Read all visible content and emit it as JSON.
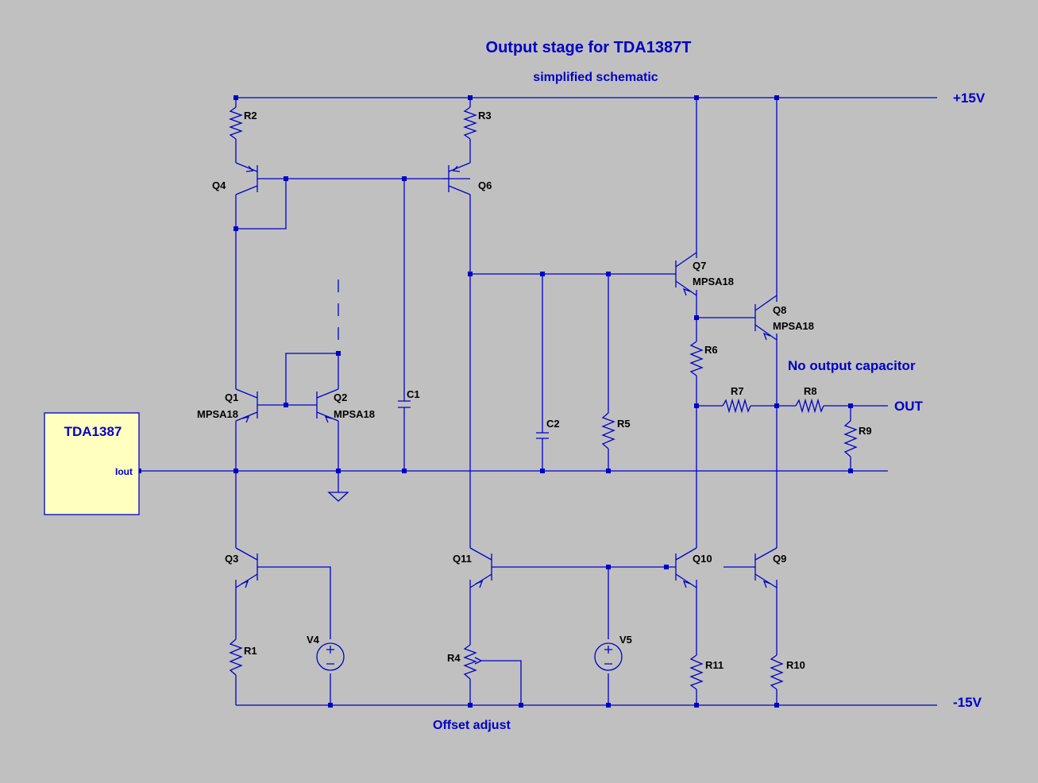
{
  "title": "Output stage for TDA1387T",
  "subtitle": "simplified schematic",
  "nets": {
    "vpos": "+15V",
    "vneg": "-15V",
    "out": "OUT",
    "no_cap_note": "No output capacitor",
    "offset_note": "Offset adjust"
  },
  "dac_block": {
    "name": "TDA1387",
    "pin": "Iout"
  },
  "components": {
    "R1": "R1",
    "R2": "R2",
    "R3": "R3",
    "R4": "R4",
    "R5": "R5",
    "R6": "R6",
    "R7": "R7",
    "R8": "R8",
    "R9": "R9",
    "R10": "R10",
    "R11": "R11",
    "C1": "C1",
    "C2": "C2",
    "Q1": "Q1",
    "Q2": "Q2",
    "Q3": "Q3",
    "Q4": "Q4",
    "Q6": "Q6",
    "Q7": "Q7",
    "Q8": "Q8",
    "Q9": "Q9",
    "Q10": "Q10",
    "Q11": "Q11",
    "V4": "V4",
    "V5": "V5"
  },
  "models": {
    "Q1": "MPSA18",
    "Q2": "MPSA18",
    "Q7": "MPSA18",
    "Q8": "MPSA18"
  },
  "colors": {
    "background": "#c0c0c0",
    "wire": "#0000c8",
    "block_fill": "#ffffc0",
    "label": "#000000"
  }
}
